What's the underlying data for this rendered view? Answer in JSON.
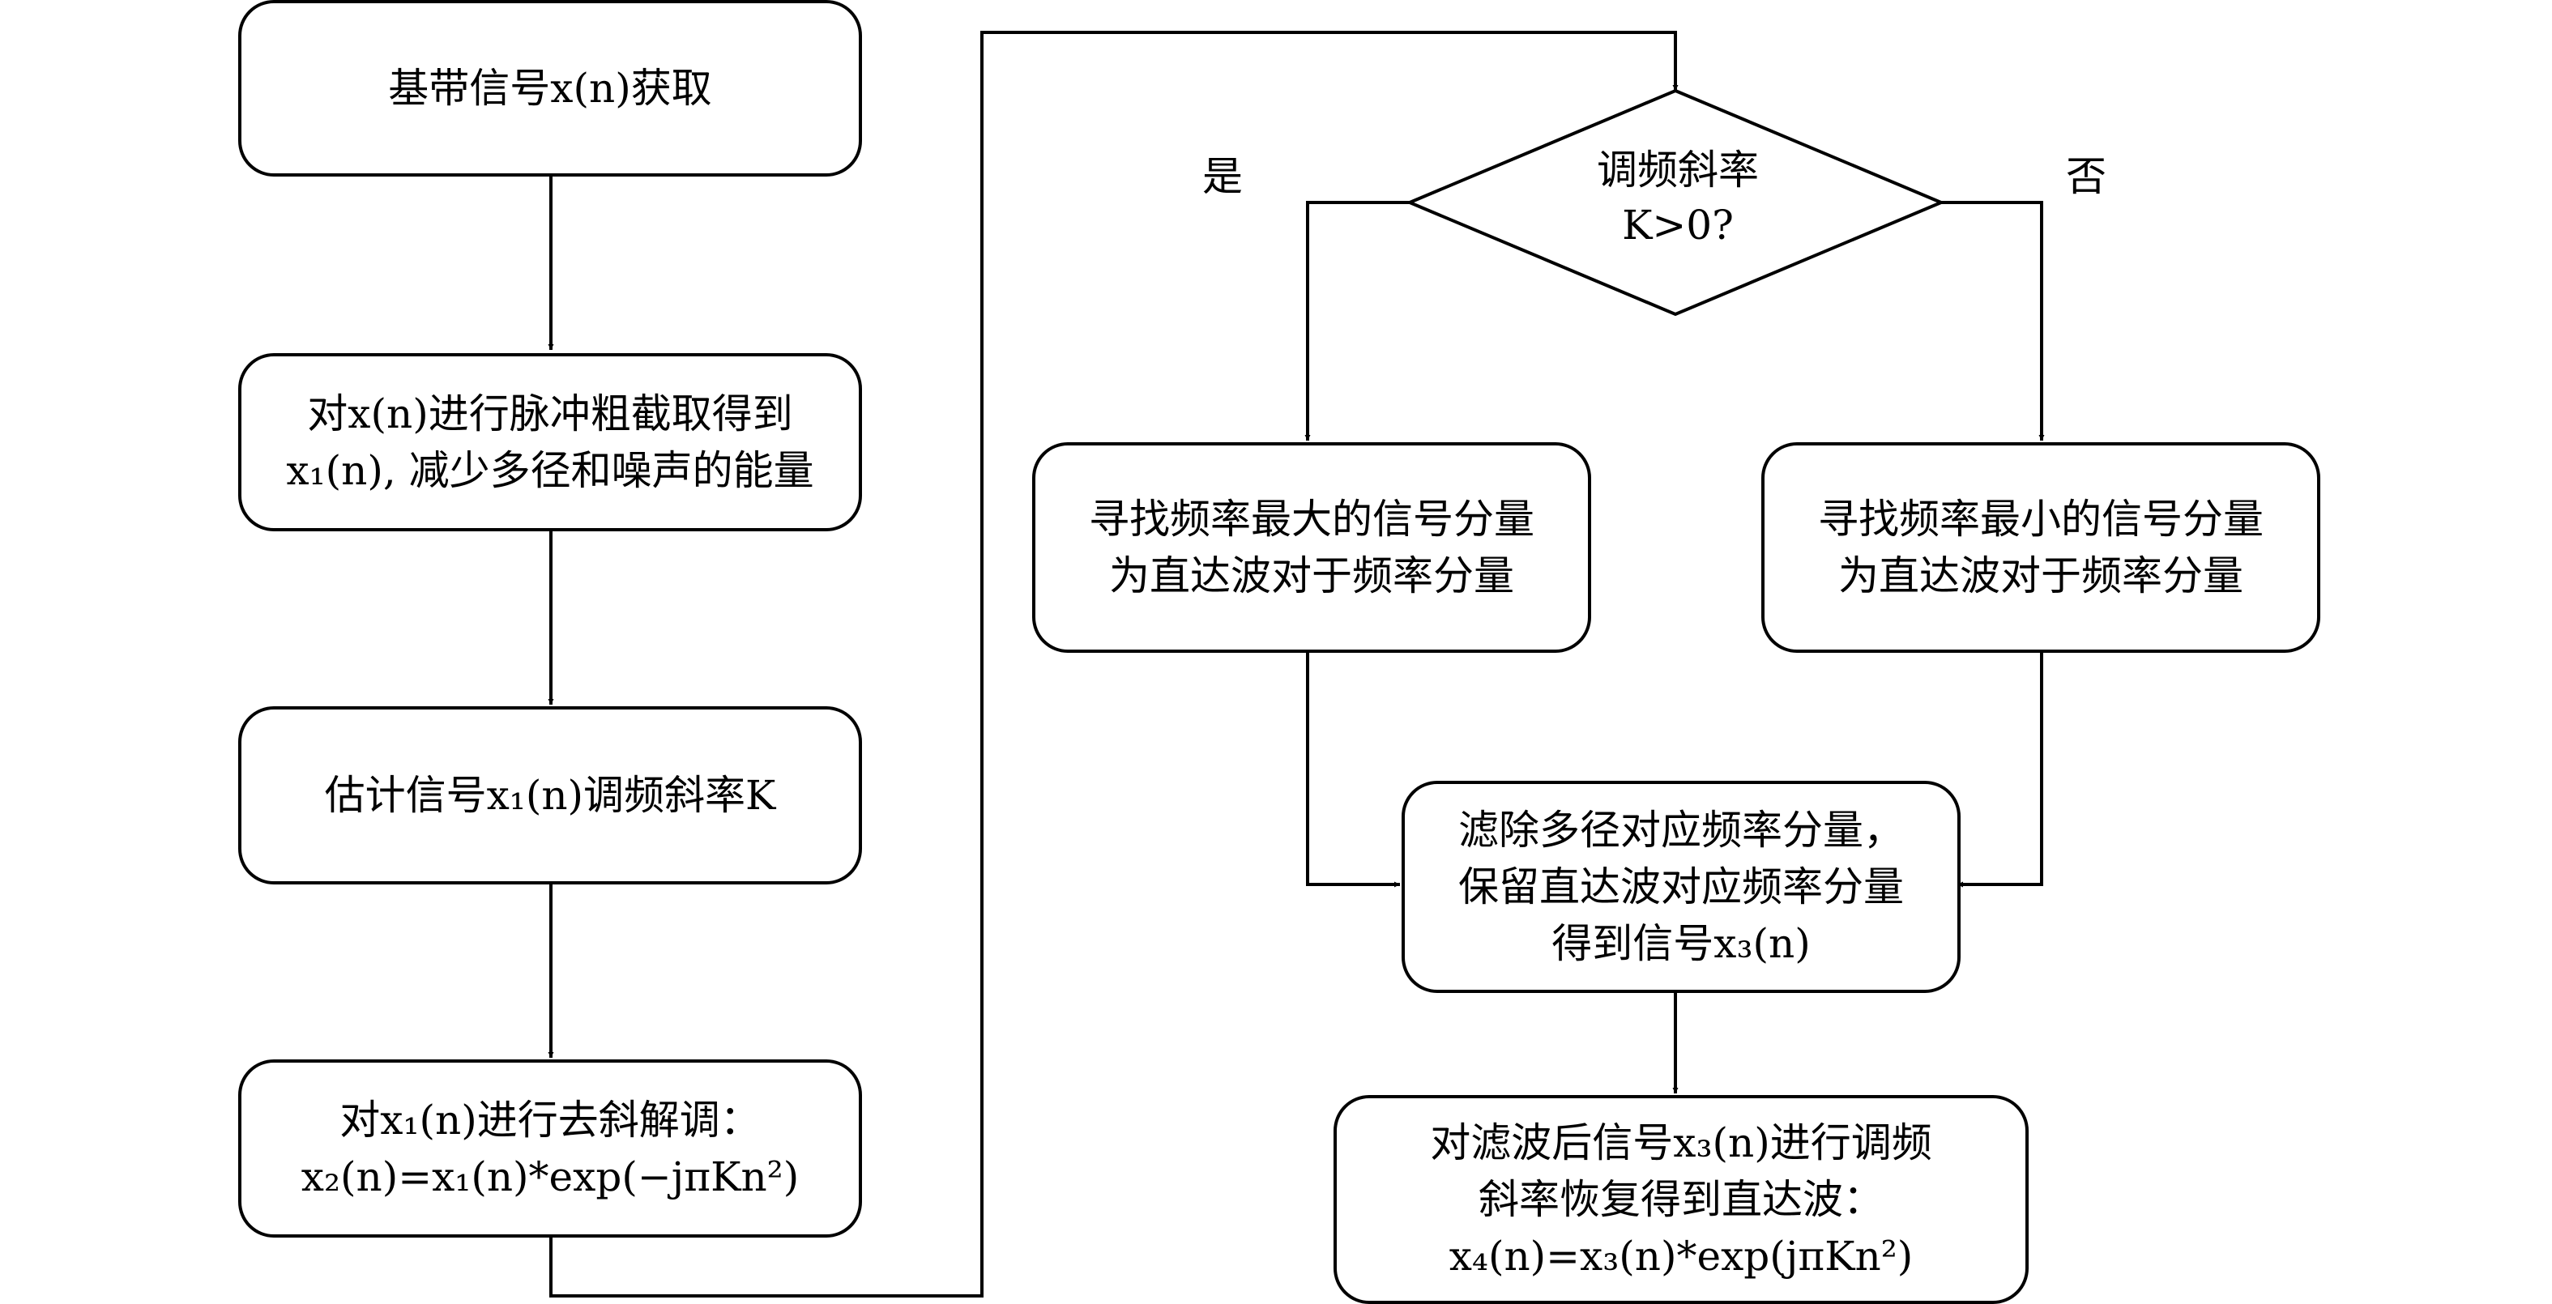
{
  "nodes": {
    "n1": [
      "基带信号x(n)获取"
    ],
    "n2": [
      "对x(n)进行脉冲粗截取得到",
      "x₁(n), 减少多径和噪声的能量"
    ],
    "n3": [
      "估计信号x₁(n)调频斜率K"
    ],
    "n4": [
      "对x₁(n)进行去斜解调：",
      "x₂(n)=x₁(n)*exp(−jπKn²)"
    ],
    "decision": [
      "调频斜率",
      "K>0?"
    ],
    "yes_label": "是",
    "no_label": "否",
    "left_branch": [
      "寻找频率最大的信号分量",
      "为直达波对于频率分量"
    ],
    "right_branch": [
      "寻找频率最小的信号分量",
      "为直达波对于频率分量"
    ],
    "filter": [
      "滤除多径对应频率分量，",
      "保留直达波对应频率分量",
      "得到信号x₃(n)"
    ],
    "recover": [
      "对滤波后信号x₃(n)进行调频",
      "斜率恢复得到直达波：",
      "x₄(n)=x₃(n)*exp(jπKn²)"
    ]
  }
}
